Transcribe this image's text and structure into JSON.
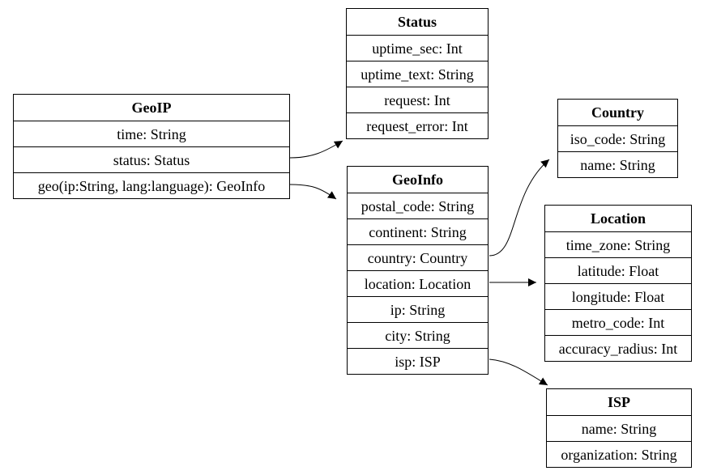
{
  "nodes": {
    "geoip": {
      "title": "GeoIP",
      "fields": [
        "time: String",
        "status: Status",
        "geo(ip:String, lang:language): GeoInfo"
      ]
    },
    "status": {
      "title": "Status",
      "fields": [
        "uptime_sec: Int",
        "uptime_text: String",
        "request: Int",
        "request_error: Int"
      ]
    },
    "geoinfo": {
      "title": "GeoInfo",
      "fields": [
        "postal_code: String",
        "continent: String",
        "country: Country",
        "location: Location",
        "ip: String",
        "city: String",
        "isp: ISP"
      ]
    },
    "country": {
      "title": "Country",
      "fields": [
        "iso_code: String",
        "name: String"
      ]
    },
    "location": {
      "title": "Location",
      "fields": [
        "time_zone: String",
        "latitude: Float",
        "longitude: Float",
        "metro_code: Int",
        "accuracy_radius: Int"
      ]
    },
    "isp": {
      "title": "ISP",
      "fields": [
        "name: String",
        "organization: String"
      ]
    }
  },
  "edges": [
    {
      "from": "GeoIP.status",
      "to": "Status"
    },
    {
      "from": "GeoIP.geo",
      "to": "GeoInfo"
    },
    {
      "from": "GeoInfo.country",
      "to": "Country"
    },
    {
      "from": "GeoInfo.location",
      "to": "Location"
    },
    {
      "from": "GeoInfo.isp",
      "to": "ISP"
    }
  ]
}
